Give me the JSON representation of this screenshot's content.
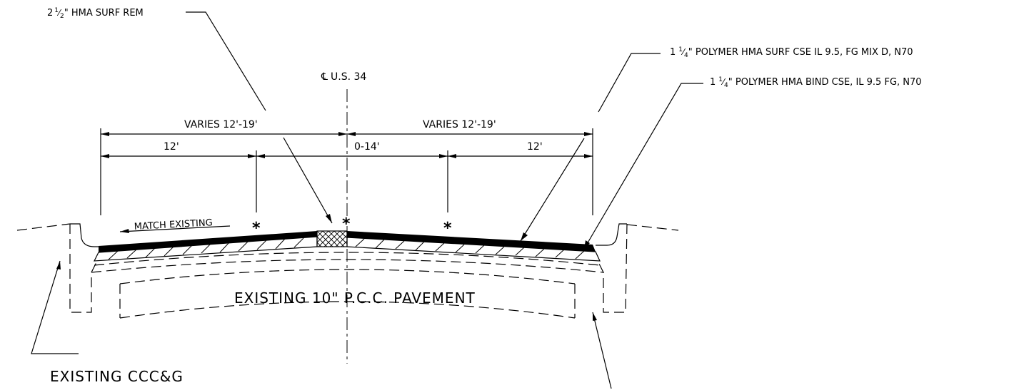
{
  "callouts": {
    "surf_rem": {
      "lead": "2",
      "frac_num": "1",
      "frac_den": "2",
      "text": "\" HMA SURF REM"
    },
    "surf_cse": {
      "lead": "1",
      "frac_num": "1",
      "frac_den": "4",
      "text": "\" POLYMER HMA SURF CSE IL 9.5, FG MIX D, N70"
    },
    "bind_cse": {
      "lead": "1",
      "frac_num": "1",
      "frac_den": "4",
      "text": "\" POLYMER HMA BIND CSE, IL 9.5 FG, N70"
    },
    "centerline": "U.S. 34",
    "centerline_symbol": "℄"
  },
  "dimensions": {
    "left_overall": "VARIES 12'-19'",
    "right_overall": "VARIES 12'-19'",
    "left_lane": "12'",
    "median": "0-14'",
    "right_lane": "12'"
  },
  "annotations": {
    "match_existing": "MATCH EXISTING",
    "existing_pavement": "EXISTING 10\" P.C.C. PAVEMENT",
    "existing_ccc_g": "EXISTING CCC&G",
    "asterisk": "*"
  }
}
